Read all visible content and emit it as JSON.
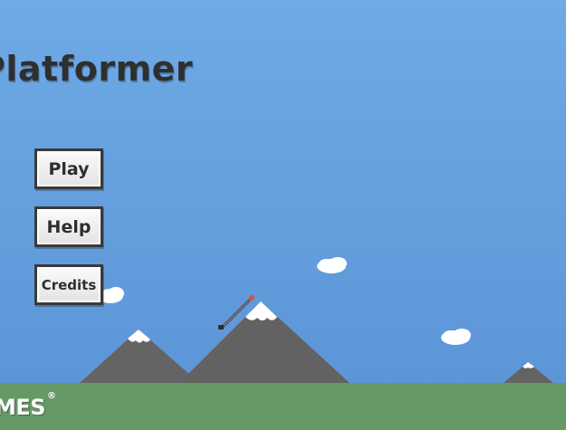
{
  "game": {
    "title": "Platformer",
    "menu": {
      "play": "Play",
      "help": "Help",
      "credits": "Credits"
    },
    "logo": {
      "text": "MES",
      "registered": "®"
    }
  },
  "colors": {
    "sky_top": "#6eaae6",
    "sky_bottom": "#5b93d5",
    "ground": "#659965",
    "mountain": "#636363",
    "snow": "#ffffff",
    "flag": "#e84a4a"
  }
}
